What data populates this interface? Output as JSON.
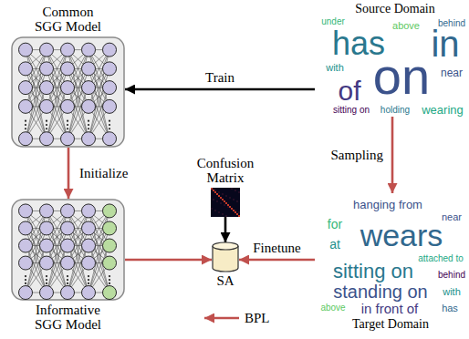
{
  "diagram": {
    "nodes": [
      {
        "text": [
          "Common SGG Model"
        ]
      },
      {
        "text": [
          "Source Domain",
          "has",
          "on",
          "in",
          "of",
          "wearing",
          "above",
          "near",
          "with",
          "sitting on",
          "behind",
          "under",
          "holding"
        ]
      },
      {
        "text": [
          "Confusion Matrix"
        ]
      },
      {
        "text": [
          "SA"
        ]
      },
      {
        "text": [
          "Informative SGG Model"
        ]
      },
      {
        "text": [
          "Target Domain",
          "hanging from",
          "for",
          "at",
          "wears",
          "near",
          "attached to",
          "sitting on",
          "standing on",
          "in front of",
          "with",
          "has",
          "above",
          "behind"
        ]
      }
    ],
    "edges": [
      {
        "from": 1,
        "to": 0,
        "arrow": "to",
        "label": "Train"
      },
      {
        "from": 0,
        "to": 4,
        "arrow": "to",
        "label": "Initialize"
      },
      {
        "from": 1,
        "to": 5,
        "arrow": "to",
        "label": "Sampling"
      },
      {
        "from": 2,
        "to": 3,
        "arrow": "to"
      },
      {
        "from": 4,
        "to": 3,
        "arrow": "to"
      },
      {
        "from": 5,
        "to": 3,
        "arrow": "to",
        "label": "Finetune"
      }
    ],
    "labels": [
      "BPL"
    ]
  }
}
